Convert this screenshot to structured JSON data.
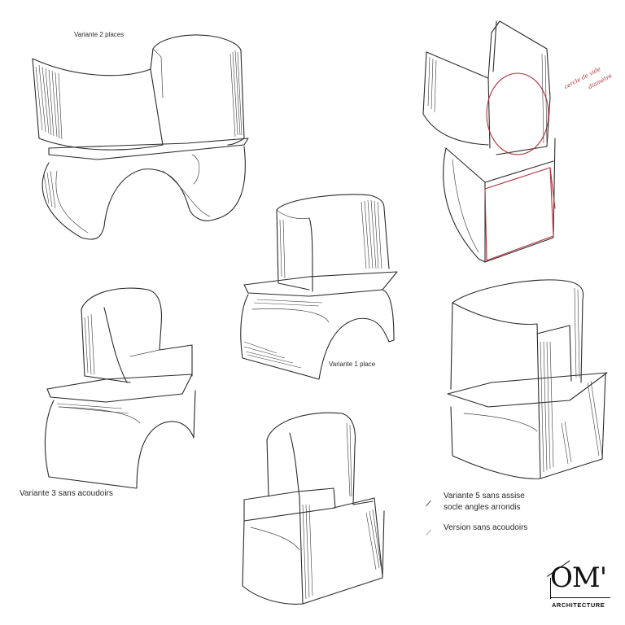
{
  "labels": {
    "variant_two_seats": "Variante 2 places",
    "variant_one_seat": "Variante 1 place",
    "variant_three": "Variante 3 sans acoudoirs",
    "variant_five_line1": "Variante 5 sans assise",
    "variant_five_line2": "socle angles arrondis",
    "version_no_armrests": "Version sans acoudoirs"
  },
  "annotation": {
    "line1": "cercle de vide",
    "line2": "diamètre"
  },
  "logo": {
    "mark": "OM'",
    "subtitle": "ARCHITECTURE"
  },
  "colors": {
    "ink": "#2b2b2b",
    "red_pencil": "#b5303a",
    "paper": "#ffffff"
  }
}
